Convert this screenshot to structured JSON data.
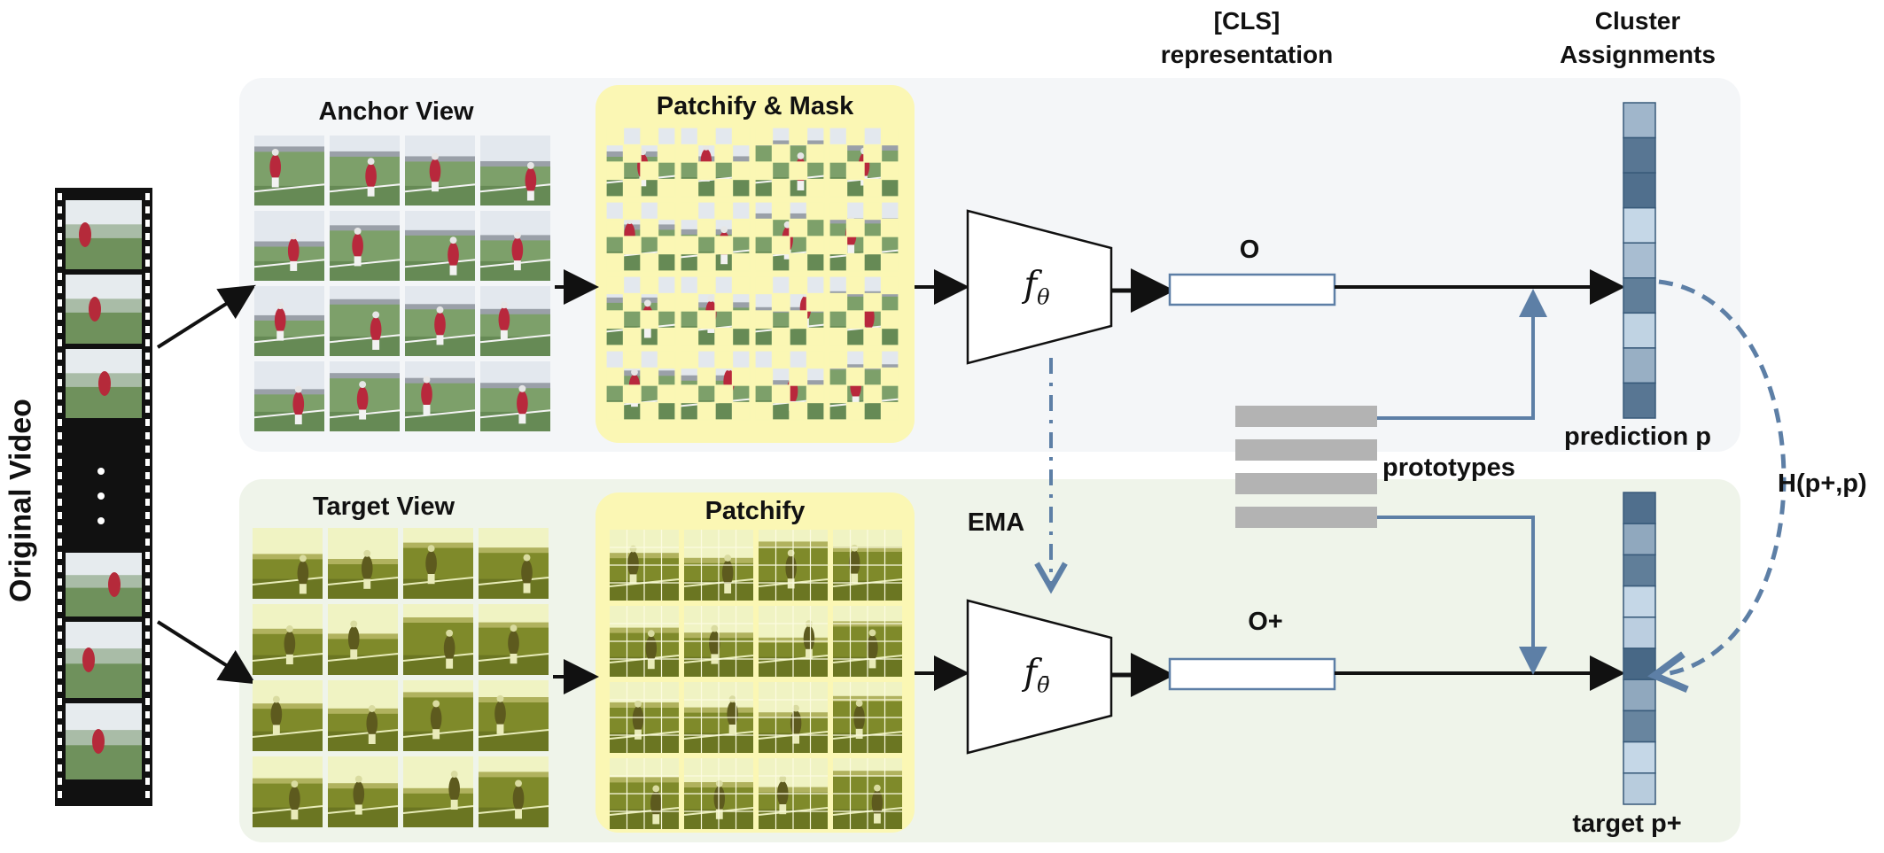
{
  "labels": {
    "original_video": "Original Video",
    "anchor_view": "Anchor View",
    "target_view": "Target View",
    "patchify_mask": "Patchify & Mask",
    "patchify": "Patchify",
    "cls_line1": "[CLS]",
    "cls_line2": "representation",
    "cluster_line1": "Cluster",
    "cluster_line2": "Assignments",
    "o": "O",
    "o_plus": "O+",
    "ema": "EMA",
    "prototypes": "prototypes",
    "prediction": "prediction p",
    "target": "target p+",
    "loss": "H(p+,p)"
  },
  "encoders": {
    "student": {
      "symbol": "f",
      "subscript": "θ"
    },
    "teacher": {
      "symbol": "f",
      "subscript": "θ̄"
    }
  },
  "cluster_vectors": {
    "prediction": [
      0.35,
      0.8,
      0.85,
      0.12,
      0.3,
      0.75,
      0.15,
      0.4,
      0.8
    ],
    "target": [
      0.85,
      0.45,
      0.75,
      0.12,
      0.18,
      0.9,
      0.45,
      0.7,
      0.12,
      0.2
    ]
  },
  "colors": {
    "anchor_panel": "#f4f6f8",
    "target_panel": "#eff4ea",
    "patch_panel": "#fbf7b4",
    "accent_blue": "#5d7fa6",
    "prototype_gray": "#b3b3b3",
    "cluster_dark": "#385a7a",
    "cluster_light": "#d8e8f6"
  }
}
